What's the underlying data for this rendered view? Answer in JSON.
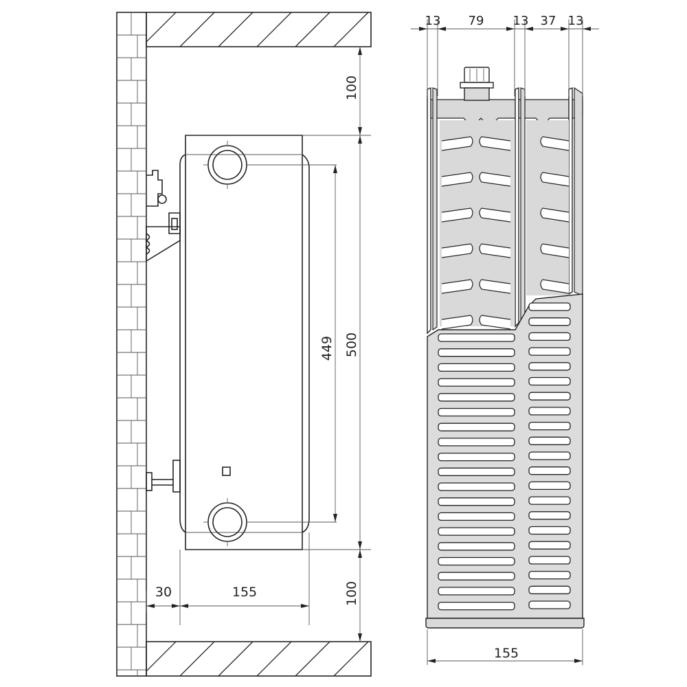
{
  "diagram": {
    "side_view": {
      "dim_clearance_top": "100",
      "dim_clearance_bottom": "100",
      "dim_height": "500",
      "dim_axis_distance": "449",
      "dim_wall_gap": "30",
      "dim_depth": "155"
    },
    "section_view": {
      "dim_top": [
        "13",
        "79",
        "13",
        "37",
        "13"
      ],
      "dim_width": "155"
    },
    "colors": {
      "line": "#222222",
      "fill_gray": "#d9d9d9",
      "fill_light": "#eeeeee"
    }
  }
}
